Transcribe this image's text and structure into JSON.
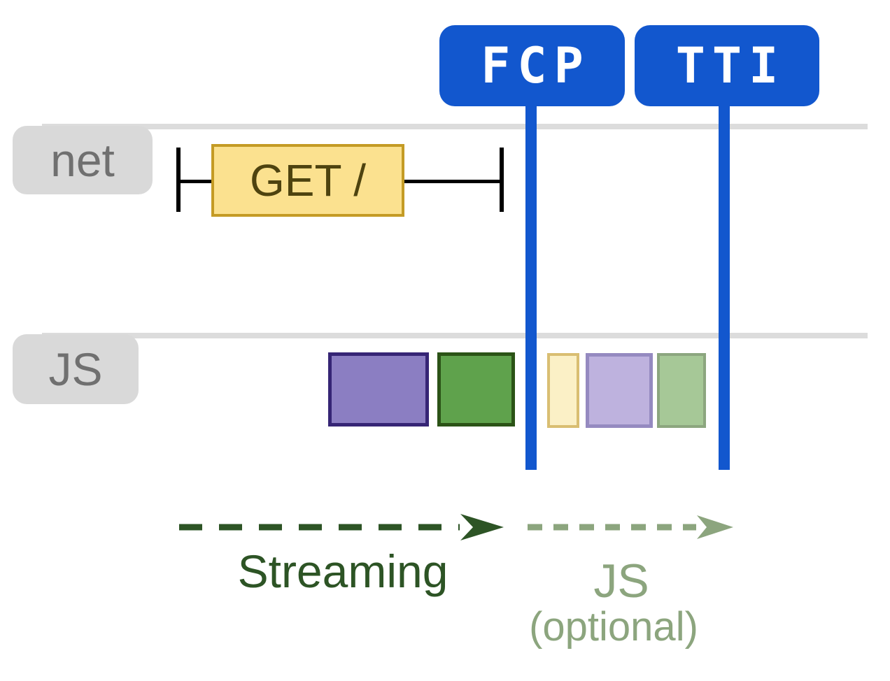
{
  "badges": {
    "fcp": "FCP",
    "tti": "TTI"
  },
  "rows": {
    "net": "net",
    "js": "JS"
  },
  "request": {
    "label": "GET /"
  },
  "annotations": {
    "streaming": "Streaming",
    "js": "JS",
    "optional": "(optional)"
  },
  "colors": {
    "accent_blue": "#1257CE",
    "label_gray_bg": "#D9D9D9",
    "label_gray_text": "#707070",
    "timeline_gray": "#DCDCDC",
    "beam_black": "#000000",
    "request_fill": "#FBE18F",
    "request_border": "#C49B25",
    "request_text": "#4E430F",
    "task_purple_fill": "#8B7EC2",
    "task_purple_border": "#362575",
    "task_green_fill": "#5FA24C",
    "task_green_border": "#2B5316",
    "task_yellow_faded_fill": "#FBF0C6",
    "task_yellow_faded_border": "#D9BE72",
    "task_purple_faded_fill": "#BEB2DE",
    "task_purple_faded_border": "#958AC0",
    "task_green_faded_fill": "#A6C897",
    "task_green_faded_border": "#8CA67F",
    "streaming_green": "#2D5425",
    "optional_sage": "#8CA57E"
  }
}
